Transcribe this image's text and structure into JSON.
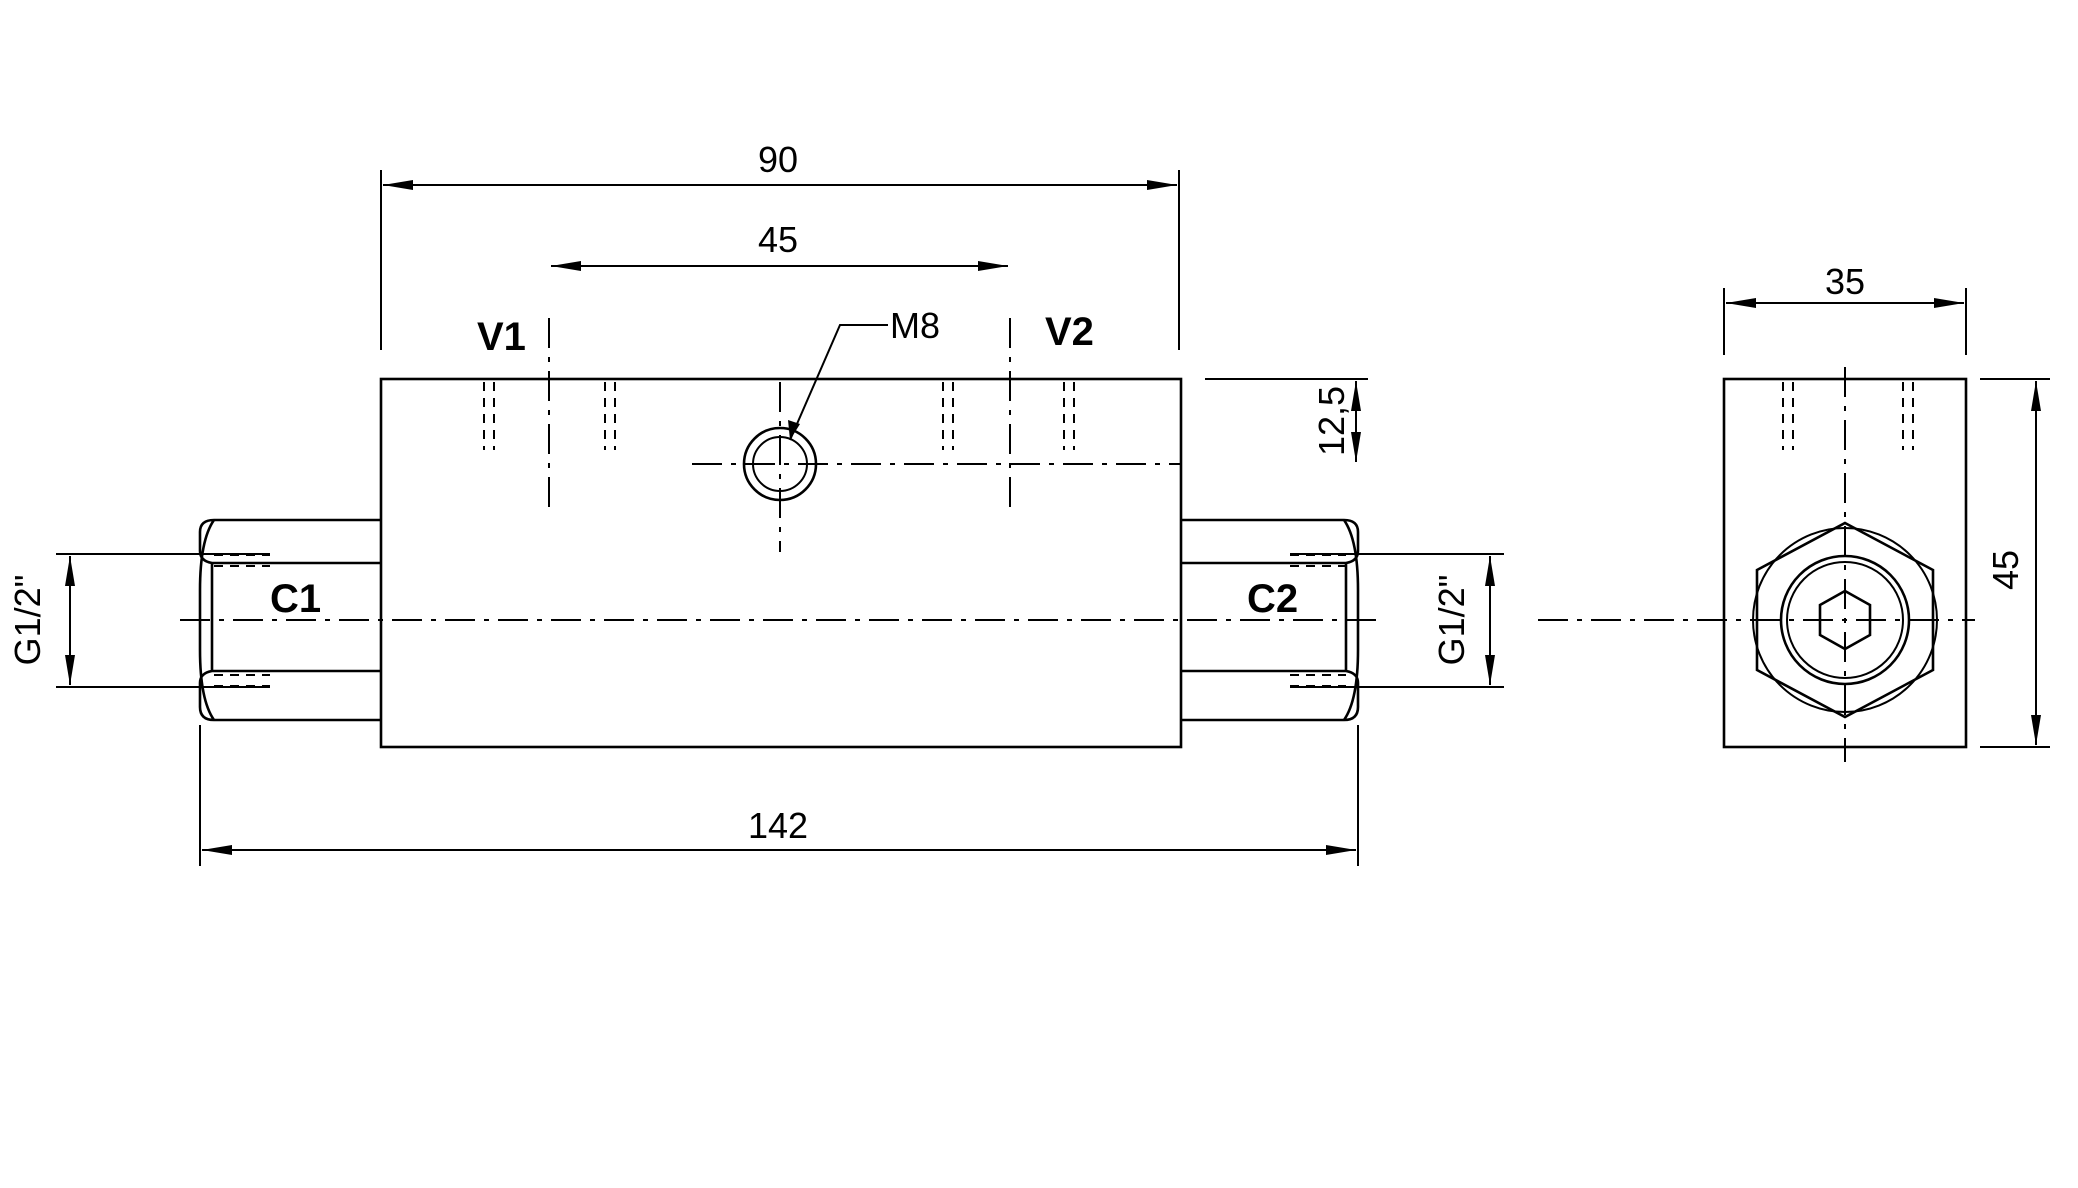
{
  "dimensions": {
    "overall_length": "142",
    "body_length": "90",
    "port_spacing": "45",
    "port_offset": "12,5",
    "side_width": "35",
    "side_height": "45",
    "thread_left": "G1/2\"",
    "thread_right": "G1/2\""
  },
  "labels": {
    "port_v1": "V1",
    "port_v2": "V2",
    "port_c1": "C1",
    "port_c2": "C2",
    "mount_thread": "M8"
  }
}
